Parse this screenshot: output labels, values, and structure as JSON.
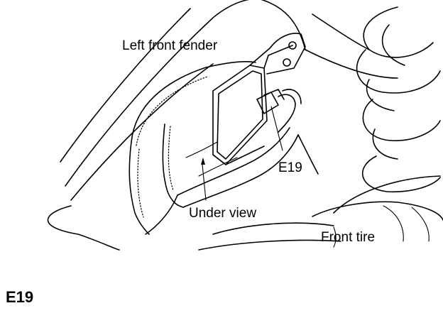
{
  "labels": {
    "fender": "Left front fender",
    "connector": "E19",
    "under_view": "Under view",
    "tire": "Front tire"
  },
  "connector_id": "E19"
}
